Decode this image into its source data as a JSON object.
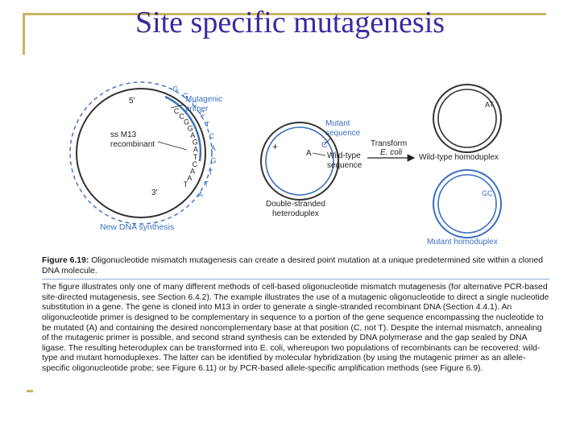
{
  "slide": {
    "title": "Site specific mutagenesis"
  },
  "figure": {
    "labels": {
      "five_prime": "5'",
      "three_prime": "3'",
      "mutagenic_primer": [
        "Mutagenic",
        "primer"
      ],
      "ss_m13": [
        "ss M13",
        "recombinant"
      ],
      "new_dna": "New DNA synthesis",
      "mutant_sequence": [
        "Mutant",
        "sequence"
      ],
      "wildtype_sequence": [
        "Wild-type",
        "sequence"
      ],
      "transform": "Transform",
      "ecoli": "E. coli",
      "plus": "+",
      "base_c": "C",
      "base_a": "A",
      "double_stranded": [
        "Double-stranded",
        "heteroduplex"
      ],
      "wt_homoduplex": "Wild-type homoduplex",
      "mut_homoduplex": "Mutant homoduplex",
      "pair_at": "AT",
      "pair_gc": "GC"
    },
    "primer_bases": [
      "G",
      "G",
      "C",
      "C",
      "T",
      "C",
      "A",
      "G",
      "T",
      "T",
      "A"
    ],
    "template_bases": [
      "C",
      "C",
      "G",
      "G",
      "A",
      "G",
      "A",
      "T",
      "C",
      "A",
      "A",
      "T"
    ],
    "colors": {
      "title": "#3a2aa0",
      "blue": "#3a6fc0",
      "caption_heading": "#1a1a1a",
      "frame": "#c8b560"
    }
  },
  "caption": {
    "figure_label": "Figure 6.19:",
    "figure_title": "Oligonucleotide mismatch mutagenesis can create a desired point mutation at a unique predetermined site within a cloned DNA molecule.",
    "body": "The figure illustrates only one of many different methods of cell-based oligonucleotide mismatch mutagenesis (for alternative PCR-based site-directed mutagenesis, see Section 6.4.2). The example illustrates the use of a mutagenic oligonucleotide to direct a single nucleotide substitution in a gene. The gene is cloned into M13 in order to generate a single-stranded recombinant DNA (Section 4.4.1). An oligonucleotide primer is designed to be complementary in sequence to a portion of the gene sequence encompassing the nucleotide to be mutated (A) and containing the desired noncomplementary base at that position (C, not T). Despite the internal mismatch, annealing of the mutagenic primer is possible, and second strand synthesis can be extended by DNA polymerase and the gap sealed by DNA ligase. The resulting heteroduplex can be transformed into E. coli, whereupon two populations of recombinants can be recovered: wild-type and mutant homoduplexes. The latter can be identified by molecular hybridization (by using the mutagenic primer as an allele-specific oligonucleotide probe; see Figure 6.11) or by PCR-based allele-specific amplification methods (see Figure 6.9)."
  }
}
